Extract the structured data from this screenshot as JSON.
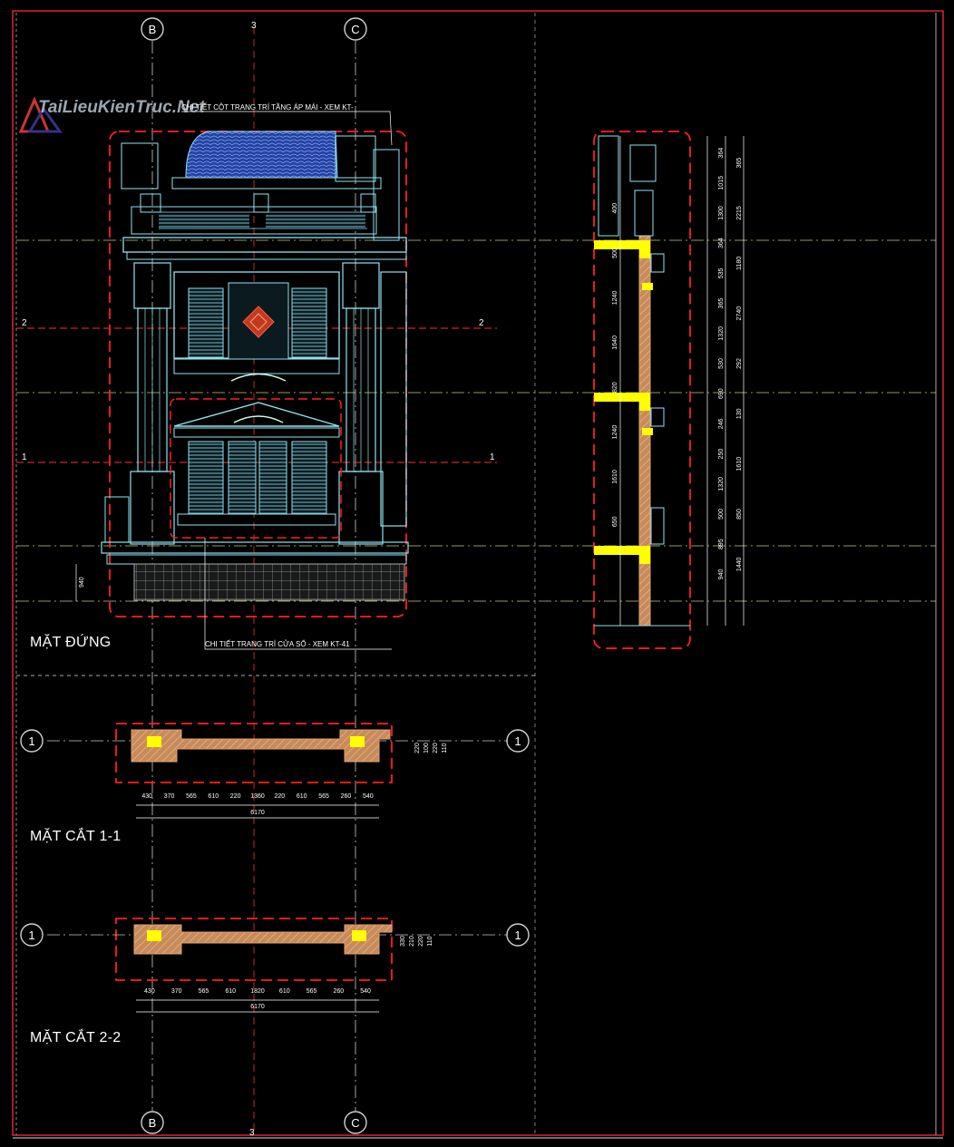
{
  "watermark": "TaiLieuKienTruc.Net",
  "grid_axes": {
    "top": [
      "B",
      "C"
    ],
    "bottom": [
      "B",
      "C"
    ],
    "vertical_number": "3",
    "section_marks": [
      "1",
      "2"
    ],
    "plan_axis": "1"
  },
  "titles": {
    "elevation": "MẶT ĐỨNG",
    "section_1": "MẶT CẮT 1-1",
    "section_2": "MẶT CẮT 2-2"
  },
  "notes": {
    "roof_detail": "CHI TIẾT CỘT TRANG TRÍ TẦNG ÁP MÁI - XEM KT-",
    "window_detail": "CHI TIẾT TRANG TRÍ CỬA SỔ - XEM KT-41"
  },
  "elevation_dims": {
    "base": "940"
  },
  "section_side_dims": {
    "inner_left": [
      "400",
      "500",
      "1240",
      "1640",
      "820",
      "1240",
      "1610",
      "650"
    ],
    "mid": [
      "364",
      "1015",
      "1300",
      "364",
      "535",
      "365",
      "1320",
      "530",
      "690",
      "246",
      "250",
      "1320",
      "500",
      "895",
      "940"
    ],
    "right": [
      "365",
      "2215",
      "1180",
      "2740",
      "292",
      "130",
      "1610",
      "850",
      "1440"
    ]
  },
  "plan_1_1": {
    "dims_bottom": [
      "430",
      "370",
      "565",
      "610",
      "220",
      "1360",
      "220",
      "610",
      "565",
      "260",
      "540"
    ],
    "total": "6170",
    "dims_side": [
      "220",
      "100",
      "220",
      "110"
    ]
  },
  "plan_2_2": {
    "dims_bottom": [
      "430",
      "370",
      "565",
      "610",
      "1820",
      "610",
      "565",
      "260",
      "540"
    ],
    "total": "6170",
    "dims_side": [
      "330",
      "210",
      "220",
      "110"
    ]
  },
  "colors": {
    "background": "#000000",
    "building": "#8fe3f2",
    "dim": "#ffffff",
    "cut": "#ff2020",
    "axis": "#c8c8c8",
    "wall": "#e0a070",
    "highlight": "#ffff00",
    "roof": "#2a4bb0"
  }
}
